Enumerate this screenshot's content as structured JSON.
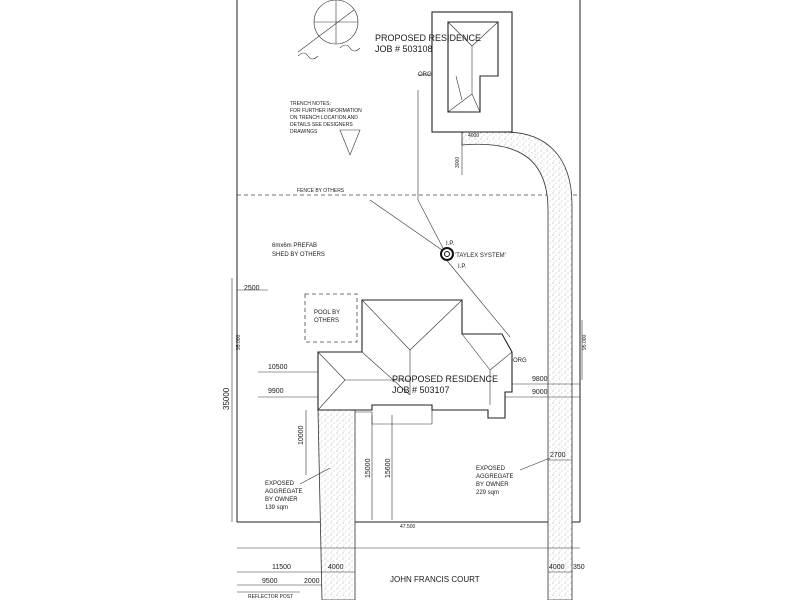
{
  "residence_a": {
    "title": "PROPOSED RESIDENCE",
    "job": "JOB # 503108",
    "org": "ORG"
  },
  "residence_b": {
    "title": "PROPOSED RESIDENCE",
    "job": "JOB # 503107",
    "org": "ORG"
  },
  "trench_notes": [
    "TRENCH NOTES:",
    "FOR FURTHER INFORMATION",
    "ON TRENCH LOCATION AND",
    "DETAILS SEE DESIGNERS",
    "DRAWINGS"
  ],
  "fence": "FENCE BY OTHERS",
  "shed": [
    "6mx6m PREFAB",
    "SHED BY OTHERS"
  ],
  "pool": [
    "POOL BY",
    "OTHERS"
  ],
  "taylex": "'TAYLEX SYSTEM'",
  "ip_top": "I.P.",
  "ip_bottom": "I.P.",
  "aggregate_left": [
    "EXPOSED",
    "AGGREGATE",
    "BY OWNER",
    "139 sqm"
  ],
  "aggregate_right": [
    "EXPOSED",
    "AGGREGATE",
    "BY OWNER",
    "229 sqm"
  ],
  "street": "JOHN  FRANCIS  COURT",
  "reflector": "REFLECTOR POST",
  "dims": {
    "d4000_top": "4000",
    "d3000": "3000",
    "d2500": "2500",
    "d35000": "35000",
    "d10500": "10500",
    "d9900": "9900",
    "d10000": "10000",
    "d15000": "15000",
    "d15600": "15600",
    "d9800": "9800",
    "d9000": "9000",
    "d2700": "2700",
    "d11500": "11500",
    "d9500": "9500",
    "d2000": "2000",
    "d4000_left": "4000",
    "d4000_right": "4000",
    "d3500": "350",
    "d47500": "47.500",
    "d95000_left": "95.000",
    "d95000_right": "95.000"
  }
}
